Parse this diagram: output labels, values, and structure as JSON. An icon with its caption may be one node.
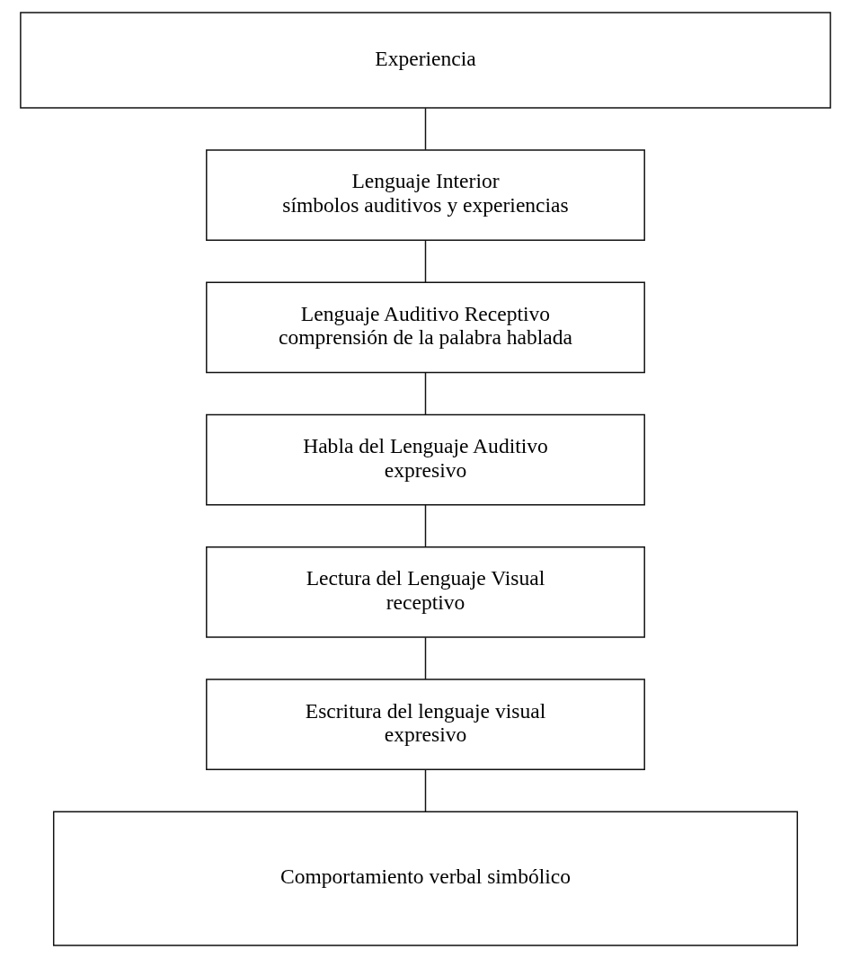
{
  "diagram": {
    "nodes": [
      {
        "text": [
          "Experiencia"
        ]
      },
      {
        "text": [
          "Lenguaje Interior",
          "símbolos auditivos y experiencias"
        ]
      },
      {
        "text": [
          "Lenguaje Auditivo Receptivo",
          "comprensión de la palabra hablada"
        ]
      },
      {
        "text": [
          "Habla del Lenguaje Auditivo",
          "expresivo"
        ]
      },
      {
        "text": [
          "Lectura del Lenguaje Visual",
          "receptivo"
        ]
      },
      {
        "text": [
          "Escritura del lenguaje visual",
          "expresivo"
        ]
      },
      {
        "text": [
          "Comportamiento verbal simbólico"
        ]
      }
    ],
    "edges": [
      {
        "from": 0,
        "to": 1,
        "arrow": "none"
      },
      {
        "from": 1,
        "to": 2,
        "arrow": "none"
      },
      {
        "from": 2,
        "to": 3,
        "arrow": "none"
      },
      {
        "from": 3,
        "to": 4,
        "arrow": "none"
      },
      {
        "from": 4,
        "to": 5,
        "arrow": "none"
      },
      {
        "from": 5,
        "to": 6,
        "arrow": "none"
      }
    ]
  }
}
